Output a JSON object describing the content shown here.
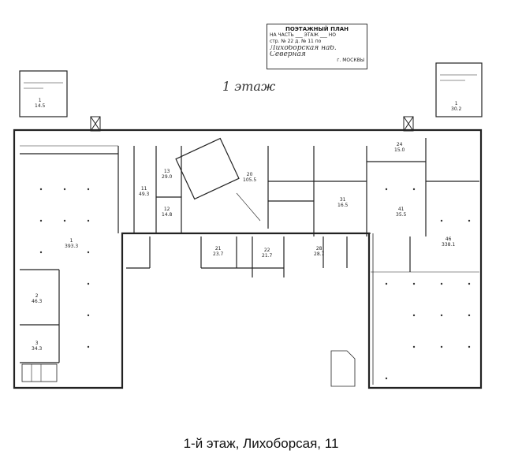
{
  "caption": "1-й этаж, Лихоборсая, 11",
  "floor_mark": "1 этаж",
  "stamp": {
    "title": "ПОЭТАЖНЫЙ ПЛАН",
    "line1": "НА ЧАСТЬ ___ ЭТАЖ ___ НО",
    "line2": "стр. № 22 д. № 11 по",
    "line3": "Лихоборская наб.",
    "line4": "Северная",
    "line5": "г. МОСКВЫ"
  },
  "rooms": [
    {
      "num": "1",
      "area": "393.3"
    },
    {
      "num": "2",
      "area": "46.3"
    },
    {
      "num": "3",
      "area": "34.3"
    },
    {
      "num": "11",
      "area": "49.3"
    },
    {
      "num": "12",
      "area": "14.8"
    },
    {
      "num": "13",
      "area": "29.0"
    },
    {
      "num": "20",
      "area": "105.5"
    },
    {
      "num": "21",
      "area": "23.7"
    },
    {
      "num": "22",
      "area": "21.7"
    },
    {
      "num": "24",
      "area": "15.0"
    },
    {
      "num": "28",
      "area": "28.7"
    },
    {
      "num": "31",
      "area": "16.5"
    },
    {
      "num": "41",
      "area": "35.5"
    },
    {
      "num": "46",
      "area": "338.1"
    },
    {
      "num": "1",
      "area": "14.5"
    },
    {
      "num": "1",
      "area": "30.2"
    }
  ]
}
